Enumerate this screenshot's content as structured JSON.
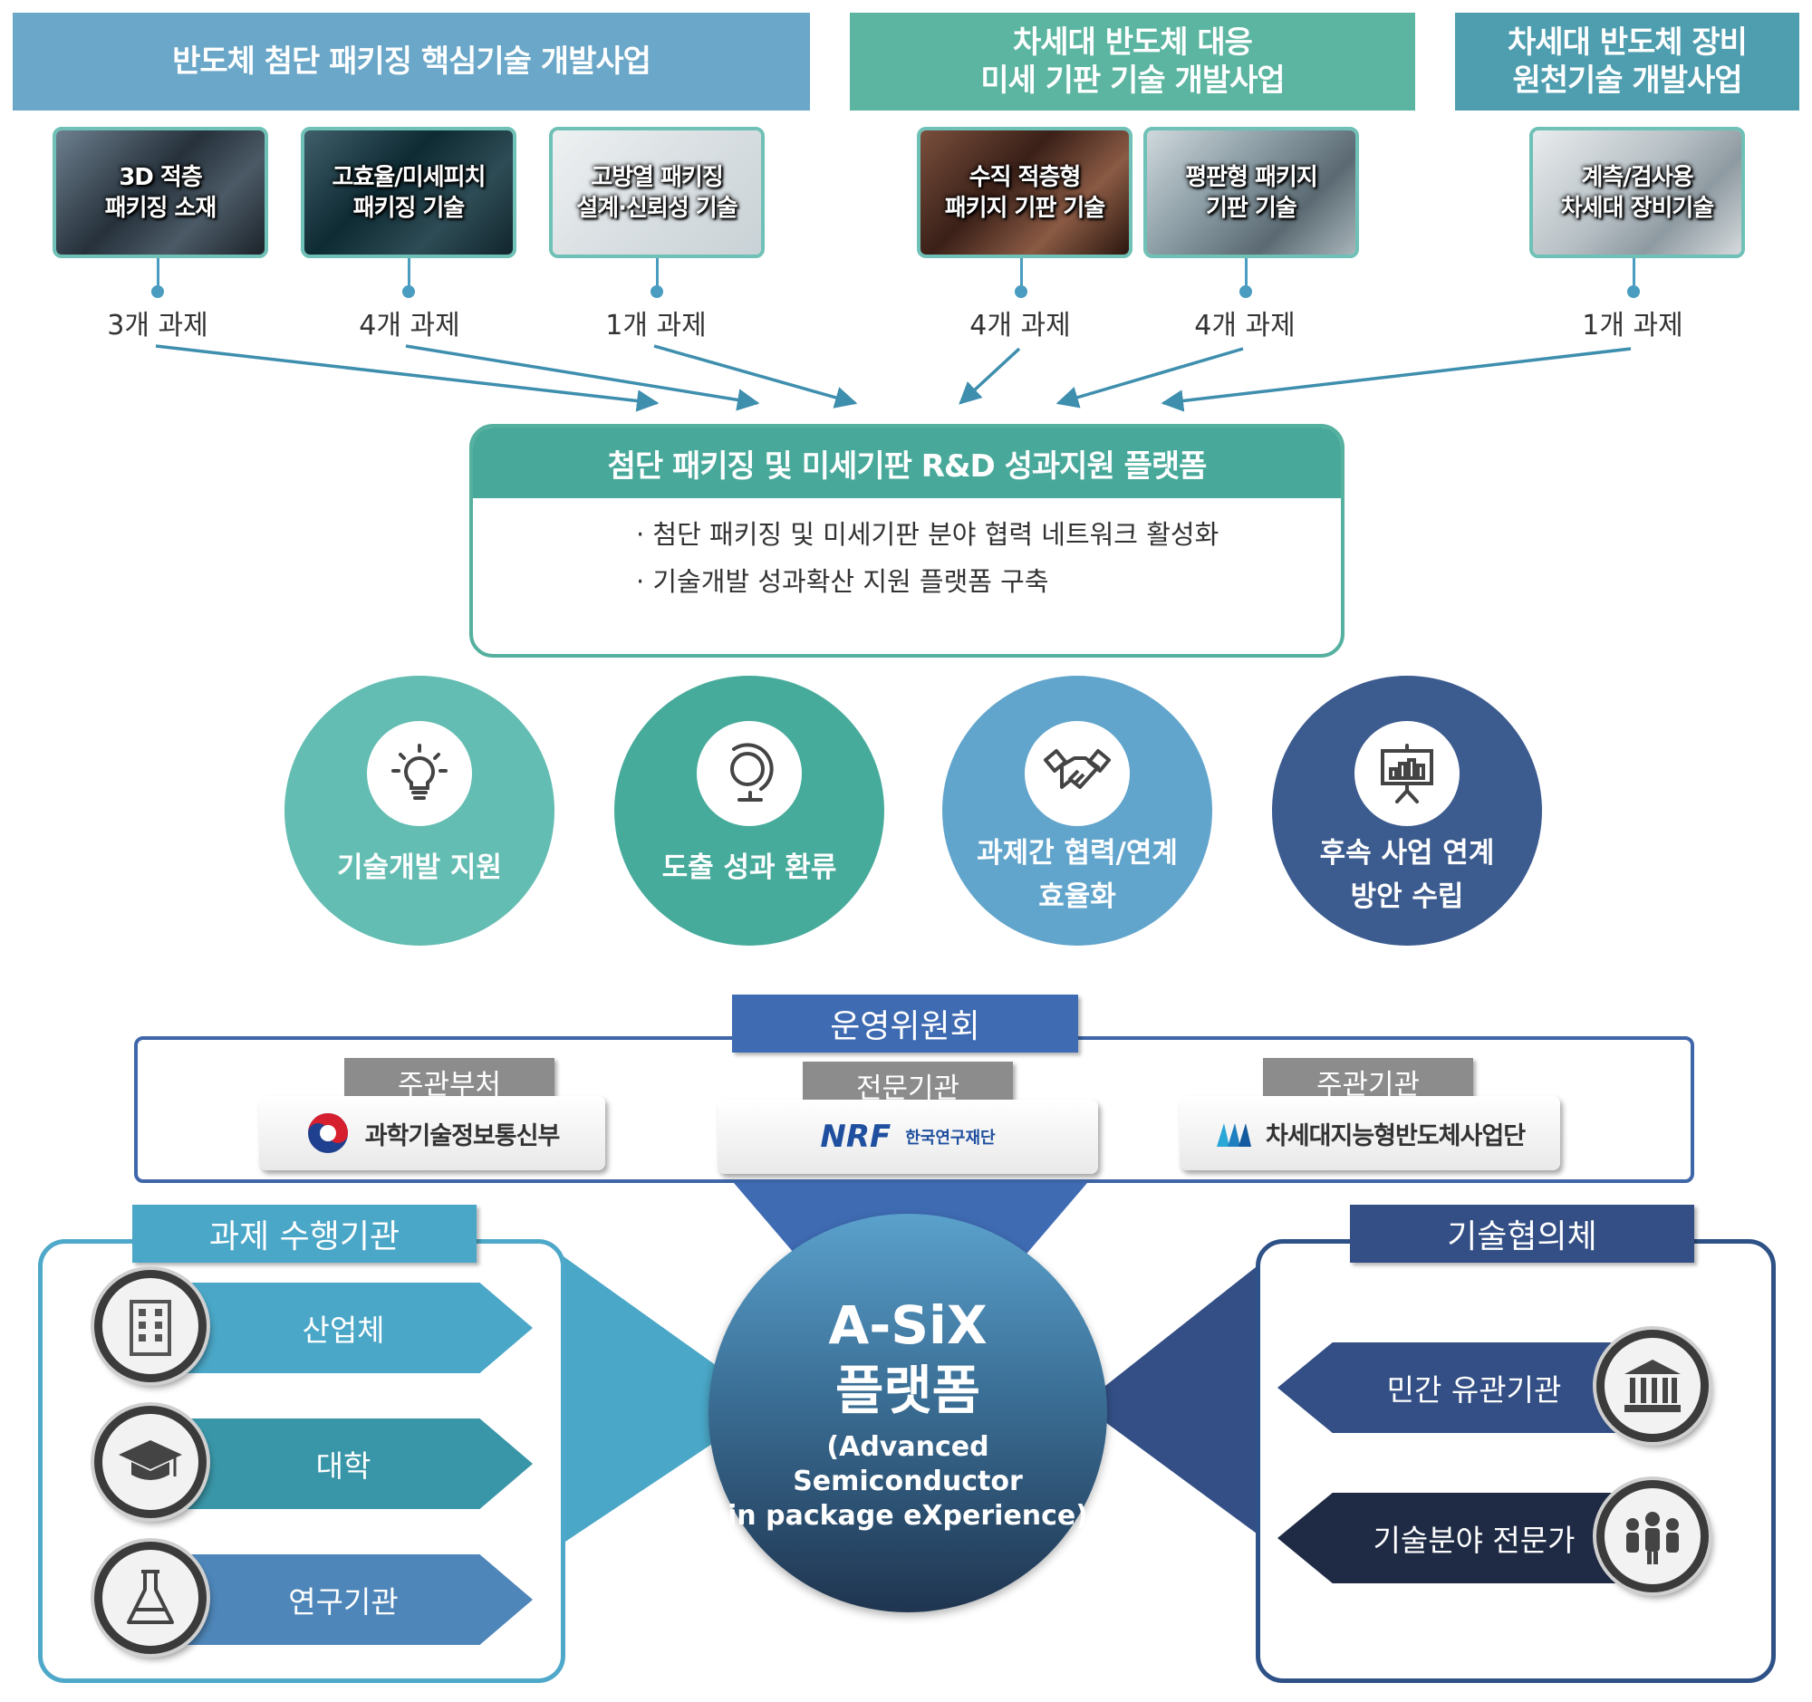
{
  "programs": [
    {
      "title": "반도체 첨단 패키징 핵심기술 개발사업",
      "color": "#6aa7c8"
    },
    {
      "title": "차세대 반도체 대응\n미세 기판 기술 개발사업",
      "color": "#5bb5a0"
    },
    {
      "title": "차세대 반도체 장비\n원천기술 개발사업",
      "color": "#4f9eaf"
    }
  ],
  "techs": [
    {
      "label": "3D 적층\n패키징 소재",
      "count": "3개 과제"
    },
    {
      "label": "고효율/미세피치\n패키징 기술",
      "count": "4개 과제"
    },
    {
      "label": "고방열 패키징\n설계·신뢰성 기술",
      "count": "1개 과제"
    },
    {
      "label": "수직 적층형\n패키지 기판 기술",
      "count": "4개 과제"
    },
    {
      "label": "평판형 패키지\n기판 기술",
      "count": "4개 과제"
    },
    {
      "label": "계측/검사용\n차세대 장비기술",
      "count": "1개 과제"
    }
  ],
  "platform": {
    "title": "첨단 패키징 및 미세기판 R&D 성과지원 플랫폼",
    "bullets": [
      "· 첨단 패키징 및 미세기판 분야 협력 네트워크 활성화",
      "· 기술개발 성과확산 지원 플랫폼 구축"
    ]
  },
  "functions": [
    {
      "label": "기술개발 지원",
      "icon": "lightbulb-icon"
    },
    {
      "label": "도출 성과 환류",
      "icon": "globe-icon"
    },
    {
      "label": "과제간 협력/연계\n효율화",
      "icon": "handshake-icon"
    },
    {
      "label": "후속 사업 연계\n방안 수립",
      "icon": "presentation-chart-icon"
    }
  ],
  "governance": {
    "committee": "운영위원회",
    "members": [
      {
        "role": "주관부처",
        "org": "과학기술정보통신부"
      },
      {
        "role": "전문기관",
        "org": "한국연구재단",
        "logo_text": "NRF"
      },
      {
        "role": "주관기관",
        "org": "차세대지능형반도체사업단"
      }
    ]
  },
  "performers": {
    "title": "과제 수행기관",
    "items": [
      {
        "label": "산업체",
        "icon": "building-icon"
      },
      {
        "label": "대학",
        "icon": "graduation-cap-icon"
      },
      {
        "label": "연구기관",
        "icon": "flask-icon"
      }
    ]
  },
  "council": {
    "title": "기술협의체",
    "items": [
      {
        "label": "민간 유관기관",
        "icon": "institution-icon"
      },
      {
        "label": "기술분야 전문가",
        "icon": "people-icon"
      }
    ]
  },
  "center": {
    "title": "A-SiX\n플랫폼",
    "subtitle": "(Advanced Semiconductor\nin package eXperience)"
  },
  "colors": {
    "program_blue": "#6aa7c8",
    "program_green": "#5bb5a0",
    "platform_green": "#48a99b",
    "committee_blue": "#3f6bb3",
    "performer_blue": "#4aa7c7",
    "council_navy": "#334f85"
  }
}
